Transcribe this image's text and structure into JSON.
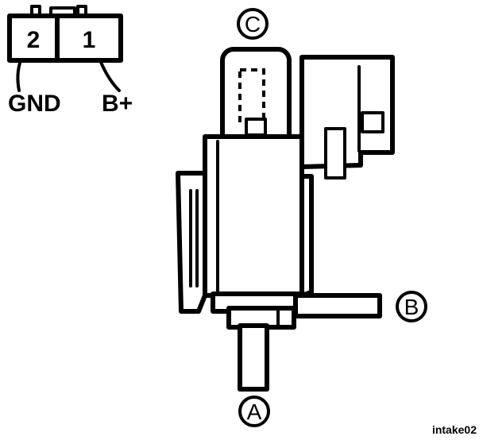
{
  "connector": {
    "pin_2": "2",
    "pin_1": "1",
    "pin_2_label": "GND",
    "pin_1_label": "B+"
  },
  "ports": {
    "a": "A",
    "b": "B",
    "c": "C"
  },
  "figure_id": "intake02"
}
